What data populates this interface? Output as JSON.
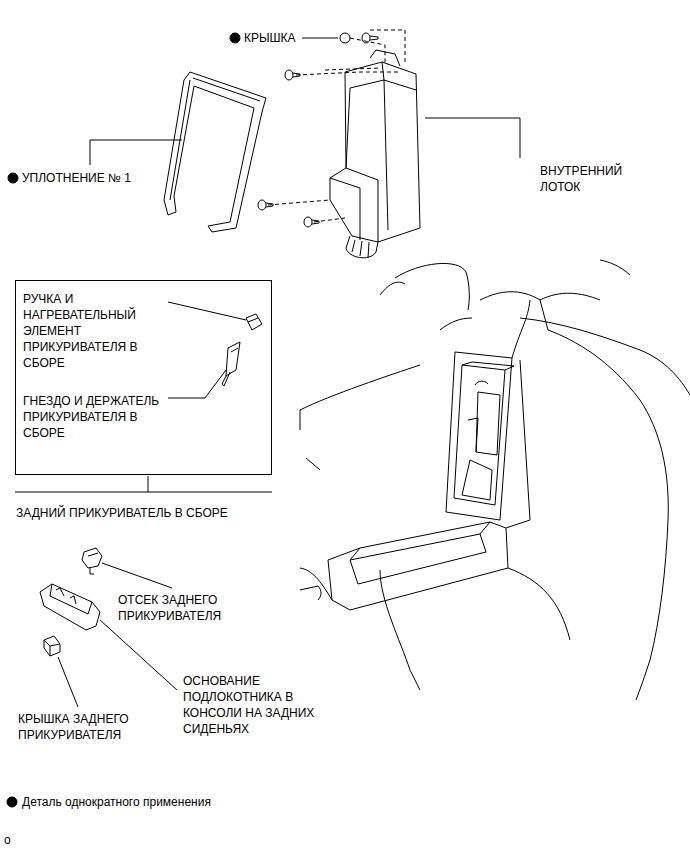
{
  "diagram": {
    "nodes": [
      {
        "text": [
          "РУЧКА И НАГРЕВАТЕЛЬНЫЙ ЭЛЕМЕНТ ПРИКУРИВАТЕЛЯ В СБОРЕ",
          "ГНЕЗДО И ДЕРЖАТЕЛЬ ПРИКУРИВАТЕЛЯ В СБОРЕ",
          "ЗАДНИЙ ПРИКУРИВАТЕЛЬ В СБОРЕ"
        ]
      }
    ],
    "edges": [],
    "labels": [
      "КРЫШКА",
      "УПЛОТНЕНИЕ № 1",
      "ВНУТРЕННИЙ ЛОТОК",
      "ОТСЕК ЗАДНЕГО ПРИКУРИВАТЕЛЯ",
      "ОСНОВАНИЕ ПОДЛОКОТНИКА В КОНСОЛИ НА ЗАДНИХ СИДЕНЬЯХ",
      "КРЫШКА ЗАДНЕГО ПРИКУРИВАТЕЛЯ",
      "o"
    ],
    "legend": [
      {
        "text": "Деталь однократного применения"
      }
    ]
  }
}
